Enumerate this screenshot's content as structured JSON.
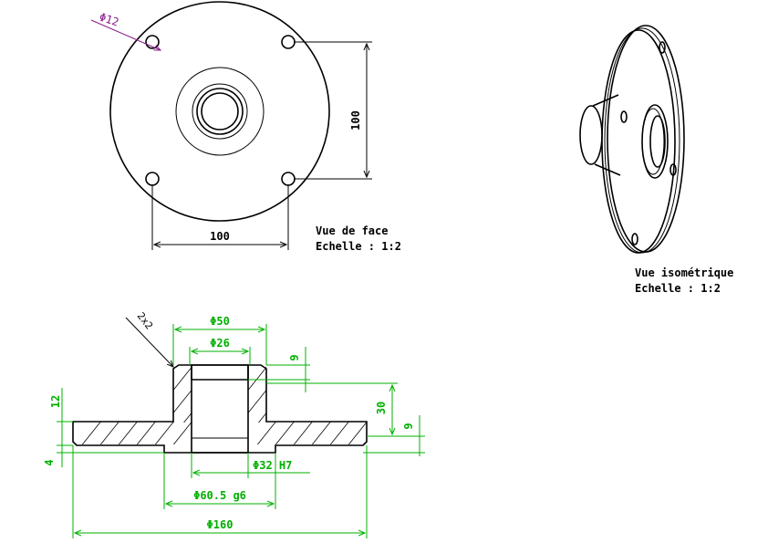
{
  "front_view": {
    "hole_diameter": "Φ12",
    "dim_vertical": "100",
    "dim_horizontal": "100",
    "caption_line1": "Vue de face",
    "caption_line2": "Echelle :  1:2"
  },
  "iso_view": {
    "caption_line1": "Vue isométrique",
    "caption_line2": "Echelle :  1:2"
  },
  "section_view": {
    "chamfer": "2x2",
    "dia_50": "Φ50",
    "dia_26": "Φ26",
    "depth_9_top": "9",
    "height_30": "30",
    "depth_9_side": "9",
    "height_12": "12",
    "height_4": "4",
    "bore_32": "Φ32 H7",
    "spigot_60": "Φ60.5 g6",
    "flange_160": "Φ160"
  },
  "colors": {
    "geometry": "#000000",
    "dimensions": "#00b000",
    "leader": "#8b1a8b"
  }
}
